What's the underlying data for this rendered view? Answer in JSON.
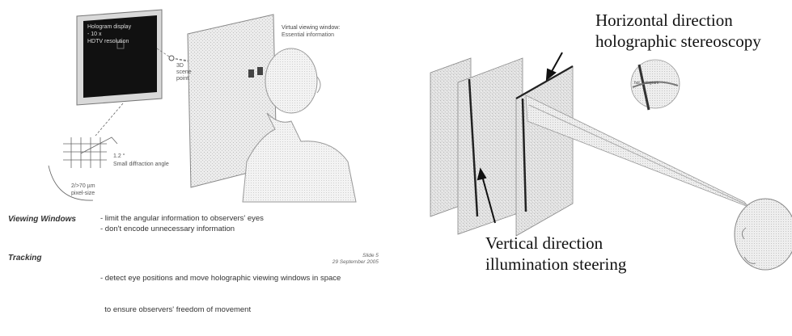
{
  "left": {
    "display_label": [
      "Hologram display",
      "- 10 x",
      "HDTV resolution"
    ],
    "vvw_label": [
      "Virtual viewing window:",
      "Essential information"
    ],
    "scene_point_label": [
      "3D",
      "scene",
      "point"
    ],
    "angle_value": "1.2 °",
    "angle_label": "Small diffraction angle",
    "pixel_label": [
      "2/>70 µm",
      "pixel-size"
    ],
    "rows": [
      {
        "label": "Viewing Windows",
        "lines": [
          "- limit the angular information to observers' eyes",
          "- don't encode unnecessary information"
        ]
      },
      {
        "label": "Tracking",
        "lines": [
          "- detect eye positions and move holographic viewing windows in space",
          "  to ensure observers' freedom of movement"
        ]
      }
    ],
    "slide_number": "Slide 5",
    "slide_date": "29 September 2005"
  },
  "right": {
    "top_caption": [
      "Horizontal direction",
      "holographic stereoscopy"
    ],
    "bottom_caption": [
      "Vertical direction",
      "illumination steering"
    ],
    "inset_label": "hol. hologram"
  }
}
